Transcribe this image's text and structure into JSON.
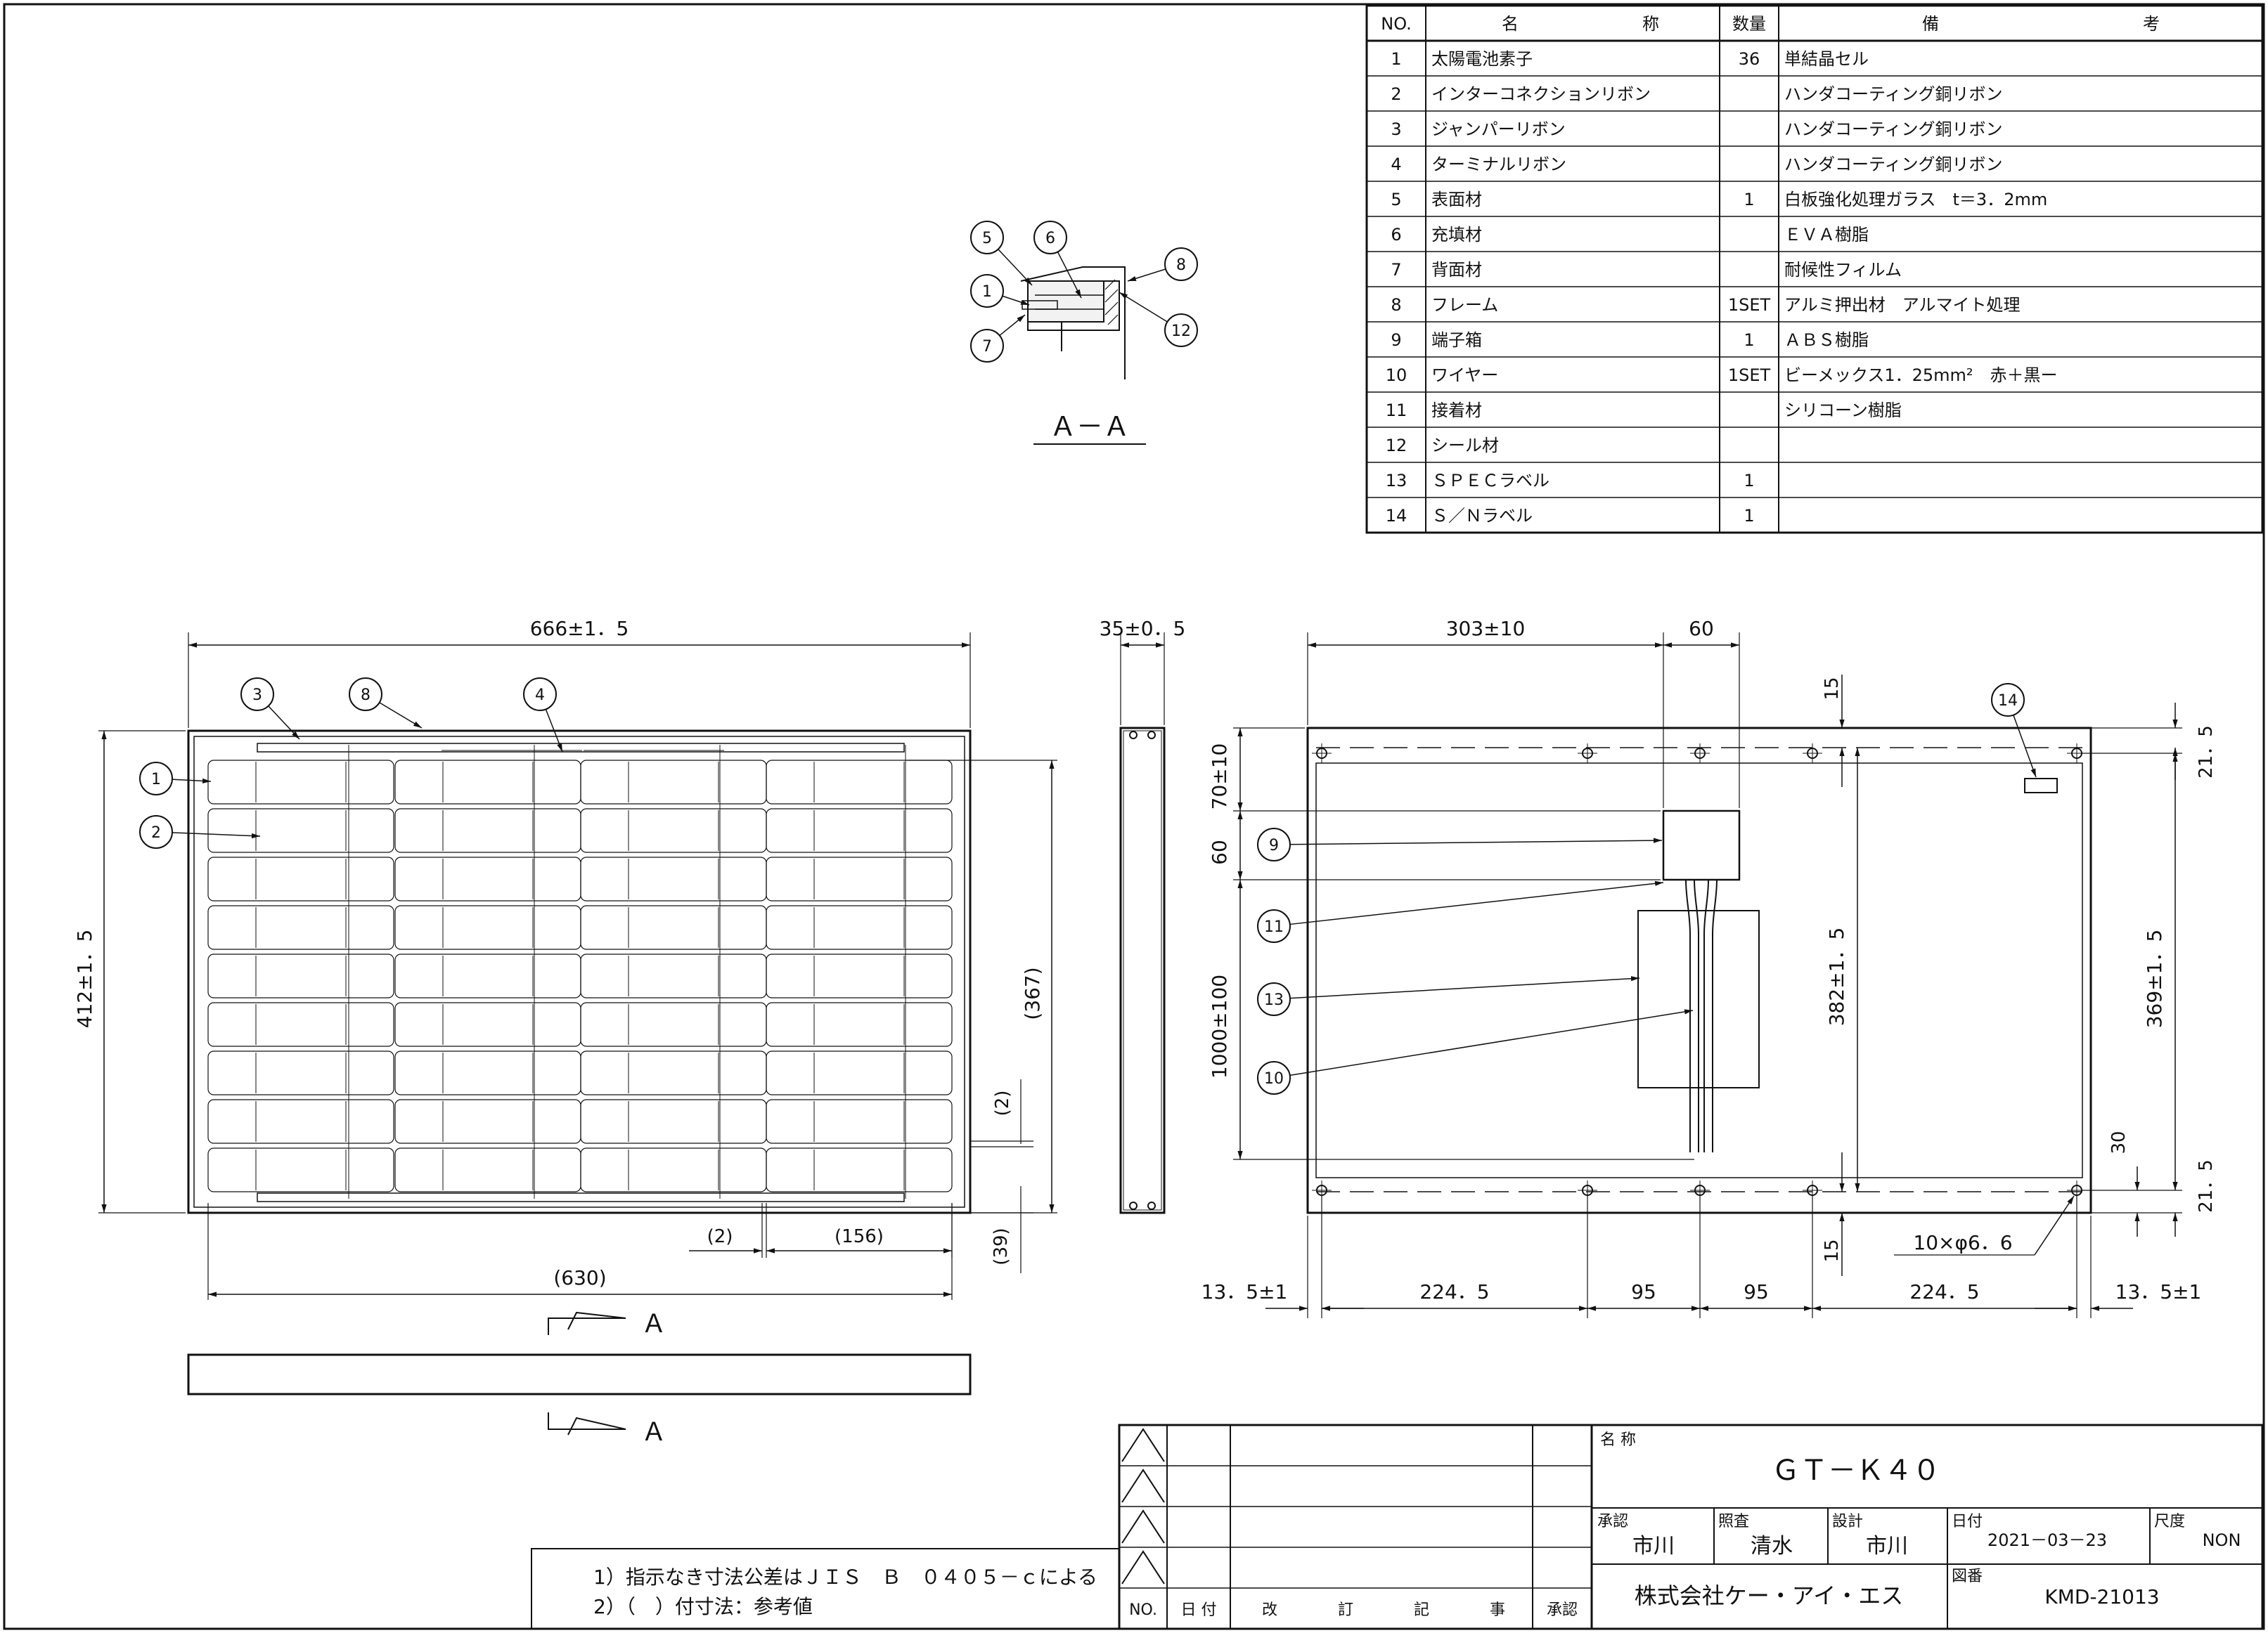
{
  "parts_table": {
    "headers": {
      "no": "NO.",
      "name_a": "名",
      "name_b": "称",
      "qty": "数量",
      "remark_a": "備",
      "remark_b": "考"
    },
    "rows": [
      {
        "no": "1",
        "name": "太陽電池素子",
        "qty": "36",
        "remark": "単結晶セル"
      },
      {
        "no": "2",
        "name": "インターコネクションリボン",
        "qty": "",
        "remark": "ハンダコーティング銅リボン"
      },
      {
        "no": "3",
        "name": "ジャンパーリボン",
        "qty": "",
        "remark": "ハンダコーティング銅リボン"
      },
      {
        "no": "4",
        "name": "ターミナルリボン",
        "qty": "",
        "remark": "ハンダコーティング銅リボン"
      },
      {
        "no": "5",
        "name": "表面材",
        "qty": "1",
        "remark": "白板強化処理ガラス　t＝3．2mm"
      },
      {
        "no": "6",
        "name": "充填材",
        "qty": "",
        "remark": "ＥＶＡ樹脂"
      },
      {
        "no": "7",
        "name": "背面材",
        "qty": "",
        "remark": "耐候性フィルム"
      },
      {
        "no": "8",
        "name": "フレーム",
        "qty": "1SET",
        "remark": "アルミ押出材　アルマイト処理"
      },
      {
        "no": "9",
        "name": "端子箱",
        "qty": "1",
        "remark": "ＡＢＳ樹脂"
      },
      {
        "no": "10",
        "name": "ワイヤー",
        "qty": "1SET",
        "remark": "ビーメックス1．25mm²　赤＋黒ー"
      },
      {
        "no": "11",
        "name": "接着材",
        "qty": "",
        "remark": "シリコーン樹脂"
      },
      {
        "no": "12",
        "name": "シール材",
        "qty": "",
        "remark": ""
      },
      {
        "no": "13",
        "name": "ＳＰＥＣラベル",
        "qty": "1",
        "remark": ""
      },
      {
        "no": "14",
        "name": "Ｓ／Ｎラベル",
        "qty": "1",
        "remark": ""
      }
    ]
  },
  "section_view": {
    "title": "Ａ－Ａ",
    "callouts": [
      "5",
      "6",
      "8",
      "1",
      "7",
      "12"
    ]
  },
  "front_view": {
    "dims": {
      "width": "666±1．5",
      "height": "412±1．5",
      "inner_width": "(630)",
      "inner_height": "(367)",
      "gap_v": "(2)",
      "bottom_h": "(39)",
      "gap_h": "(2)",
      "cell_w": "(156)"
    },
    "callouts": [
      "3",
      "8",
      "4",
      "1",
      "2"
    ]
  },
  "side_view": {
    "depth": "35±0．5"
  },
  "rear_view": {
    "dims": {
      "jb_offset": "303±10",
      "jb_width": "60",
      "top15": "15",
      "bot15": "15",
      "v70": "70±10",
      "v60": "60",
      "v1000": "1000±100",
      "v382": "382±1．5",
      "v369": "369±1．5",
      "v21a": "21．5",
      "v21b": "21．5",
      "v30": "30",
      "holes": "10×φ6．6",
      "h1": "13．5±1",
      "h2": "224．5",
      "h3": "95",
      "h4": "95",
      "h5": "224．5",
      "h6": "13．5±1"
    },
    "callouts": [
      "9",
      "11",
      "13",
      "10",
      "14"
    ]
  },
  "section_mark": {
    "label": "Ａ"
  },
  "notes": [
    "1）指示なき寸法公差はＪＩＳ　Ｂ　０４０５－ｃによる",
    "2）（　）付寸法：参考値"
  ],
  "revision_header": {
    "no": "NO.",
    "date": "日 付",
    "c1": "改",
    "c2": "訂",
    "c3": "記",
    "c4": "事",
    "approve": "承認"
  },
  "title_block": {
    "name_label": "名 称",
    "name": "ＧＴ－Ｋ４０",
    "approved_label": "承認",
    "approved": "市川",
    "checked_label": "照査",
    "checked": "清水",
    "designed_label": "設計",
    "designed": "市川",
    "date_label": "日付",
    "date": "2021－03－23",
    "scale_label": "尺度",
    "scale": "NON",
    "company": "株式会社ケー・アイ・エス",
    "drawing_no_label": "図番",
    "drawing_no": "KMD-21013"
  }
}
